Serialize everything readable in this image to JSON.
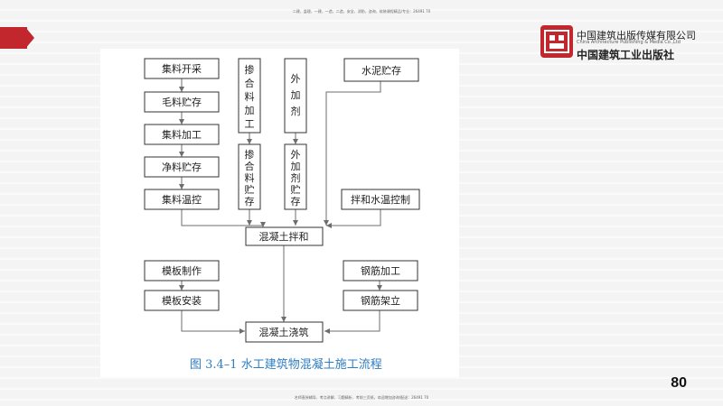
{
  "header": {
    "top_note": "二建、监理、一建、一造、二造、安全、消防、咨询、软装课程精品/专业：26491 70",
    "publisher_cn": "中国建筑出版传媒有限公司",
    "publisher_en": "China Architecture Publishing & Media Co.,Ltd",
    "publisher_cn2": "中国建筑工业出版社"
  },
  "diagram": {
    "nodes": {
      "aggregate_mining": "集料开采",
      "raw_aggregate_storage": "毛料贮存",
      "aggregate_processing": "集料加工",
      "clean_aggregate_storage": "净料贮存",
      "aggregate_temp_control": "集料温控",
      "admixture_processing": [
        "掺",
        "合",
        "料",
        "加",
        "工"
      ],
      "admixture_storage": [
        "掺",
        "合",
        "料",
        "贮",
        "存"
      ],
      "additive": [
        "外",
        "加",
        "剂"
      ],
      "additive_storage": [
        "外",
        "加",
        "剂",
        "贮",
        "存"
      ],
      "cement_storage": "水泥贮存",
      "mixing_water_temp_control": "拌和水温控制",
      "concrete_mixing": "混凝土拌和",
      "formwork_making": "模板制作",
      "formwork_installation": "模板安装",
      "rebar_processing": "钢筋加工",
      "rebar_erection": "钢筋架立",
      "concrete_pouring": "混凝土浇筑"
    },
    "caption": "图 3.4–1    水工建筑物混凝土施工流程"
  },
  "footer": {
    "bottom_note": "名师直授辅导、考点讲解、习题精析、考前三页纸，欢迎增加咨询/配送：26491 70",
    "page_number": "80"
  }
}
